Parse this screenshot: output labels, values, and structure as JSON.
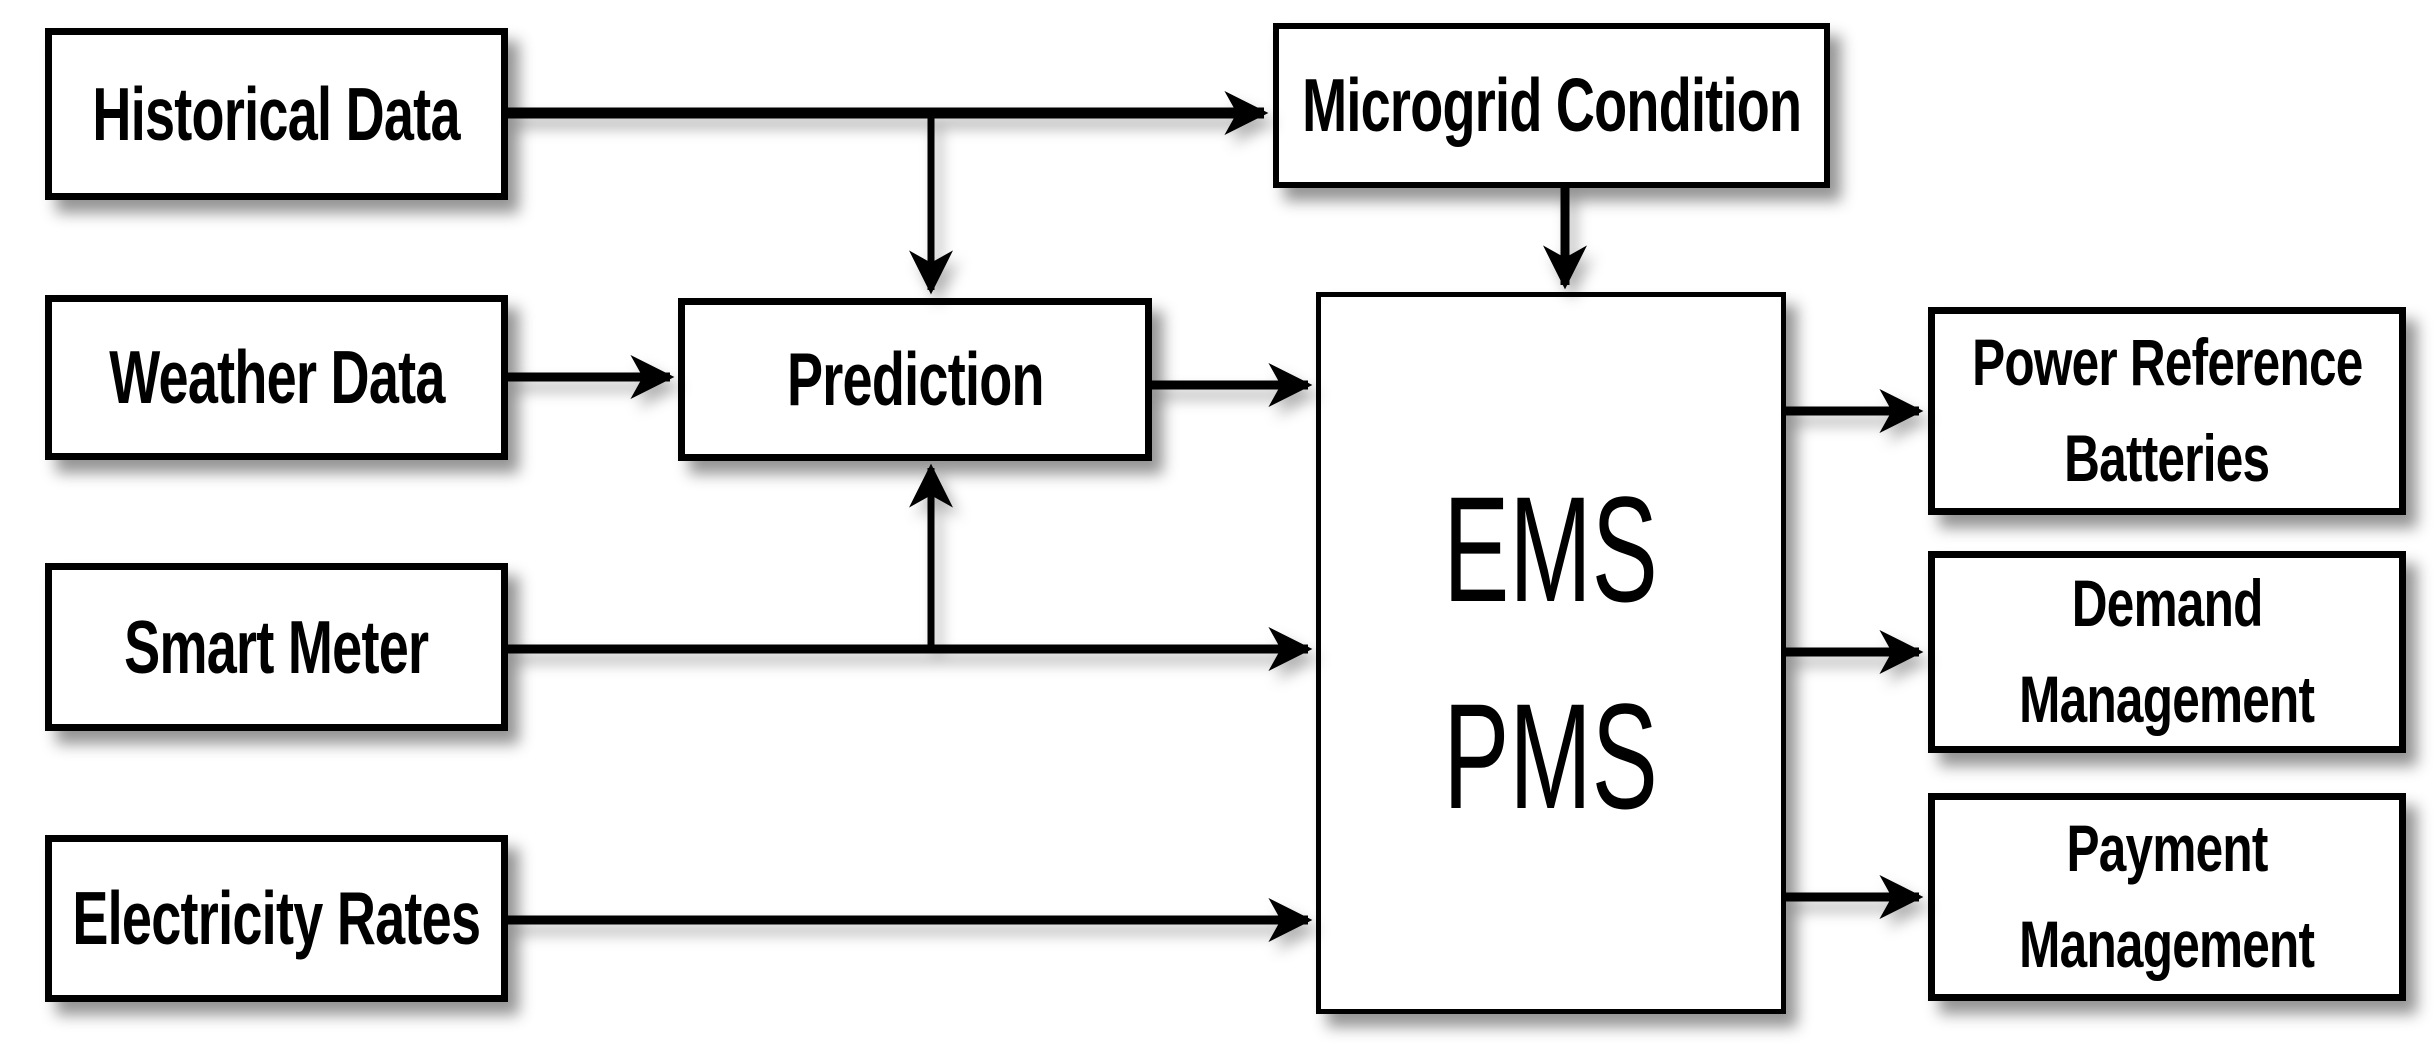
{
  "diagram": {
    "title": "EMS PMS microgrid energy management block diagram",
    "nodes": {
      "historical_data": {
        "label": "Historical Data"
      },
      "weather_data": {
        "label": "Weather Data"
      },
      "smart_meter": {
        "label": "Smart Meter"
      },
      "electricity_rates": {
        "label": "Electricity Rates"
      },
      "prediction": {
        "label": "Prediction"
      },
      "microgrid_condition": {
        "label": "Microgrid Condition"
      },
      "ems_pms": {
        "lines": [
          "EMS",
          "PMS"
        ]
      },
      "power_reference_batteries": {
        "lines": [
          "Power Reference",
          "Batteries"
        ]
      },
      "demand_management": {
        "lines": [
          "Demand",
          "Management"
        ]
      },
      "payment_management": {
        "lines": [
          "Payment",
          "Management"
        ]
      }
    },
    "edges": [
      {
        "from": "historical_data",
        "to": "microgrid_condition"
      },
      {
        "from": "historical_data",
        "to": "prediction"
      },
      {
        "from": "weather_data",
        "to": "prediction"
      },
      {
        "from": "smart_meter",
        "to": "prediction"
      },
      {
        "from": "smart_meter",
        "to": "ems_pms"
      },
      {
        "from": "electricity_rates",
        "to": "ems_pms"
      },
      {
        "from": "prediction",
        "to": "ems_pms"
      },
      {
        "from": "microgrid_condition",
        "to": "ems_pms"
      },
      {
        "from": "ems_pms",
        "to": "power_reference_batteries"
      },
      {
        "from": "ems_pms",
        "to": "demand_management"
      },
      {
        "from": "ems_pms",
        "to": "payment_management"
      }
    ],
    "colors": {
      "background": "#ffffff",
      "box_fill": "#ffffff",
      "box_border": "#000000",
      "text": "#000000",
      "arrow": "#000000",
      "shadow": "rgba(0,0,0,0.42)"
    }
  }
}
